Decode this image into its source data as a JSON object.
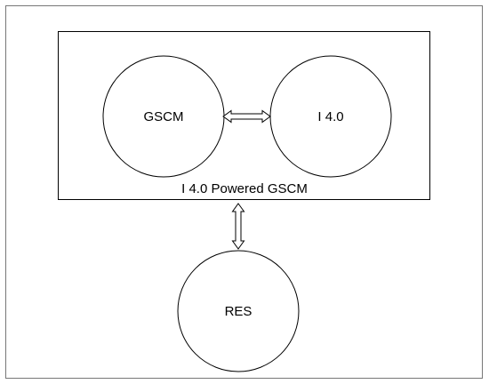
{
  "diagram": {
    "frame_border_color": "#777777",
    "stroke_color": "#000000",
    "container": {
      "label": "I 4.0 Powered GSCM"
    },
    "nodes": {
      "gscm": {
        "label": "GSCM"
      },
      "i40": {
        "label": "I 4.0"
      },
      "res": {
        "label": "RES"
      }
    },
    "edges": [
      {
        "from": "GSCM",
        "to": "I 4.0",
        "type": "bidirectional-hollow-arrow"
      },
      {
        "from": "I 4.0 Powered GSCM",
        "to": "RES",
        "type": "bidirectional-hollow-arrow"
      }
    ]
  }
}
